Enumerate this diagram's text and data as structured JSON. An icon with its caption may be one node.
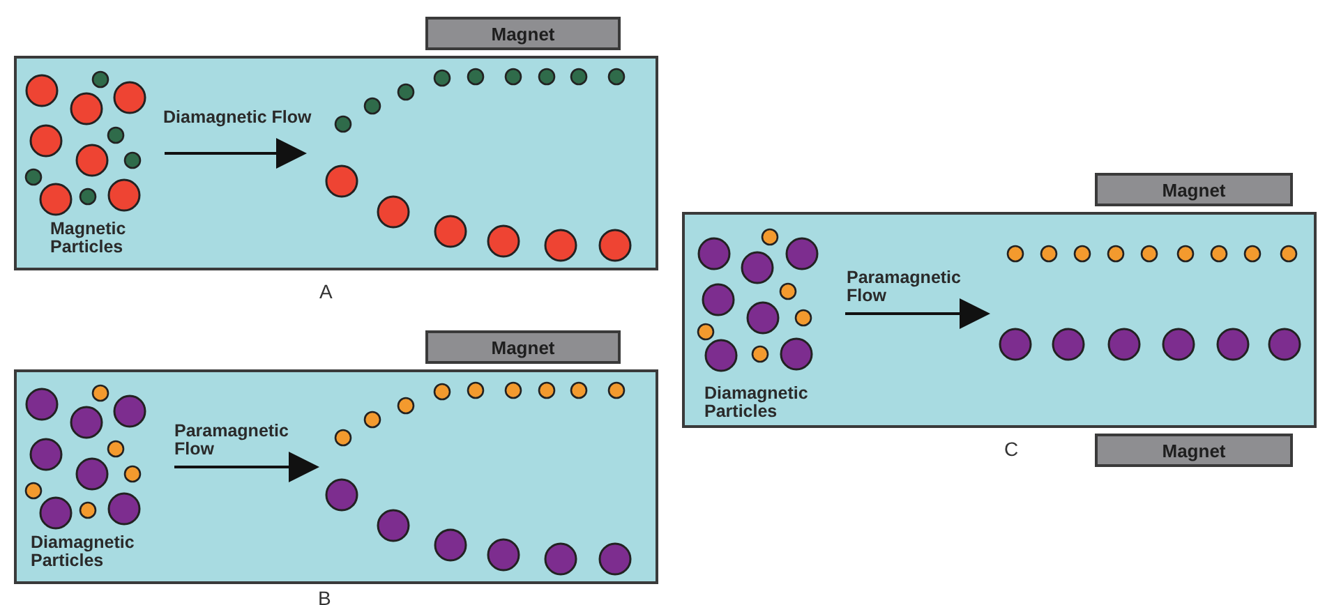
{
  "diagram": {
    "nodes": [
      {
        "text": [
          "Magnet"
        ]
      },
      {
        "text": [
          "Diamagnetic Flow",
          "Magnetic Particles"
        ],
        "beside": [
          "A"
        ]
      },
      {
        "text": [
          "Magnet"
        ]
      },
      {
        "text": [
          "Paramagnetic Flow",
          "Diamagnetic Particles"
        ],
        "beside": [
          "B"
        ]
      },
      {
        "text": [
          "Magnet"
        ]
      },
      {
        "text": [
          "Paramagnetic Flow",
          "Diamagnetic Particles"
        ],
        "beside": [
          "C"
        ]
      },
      {
        "text": [
          "Magnet"
        ]
      }
    ]
  }
}
